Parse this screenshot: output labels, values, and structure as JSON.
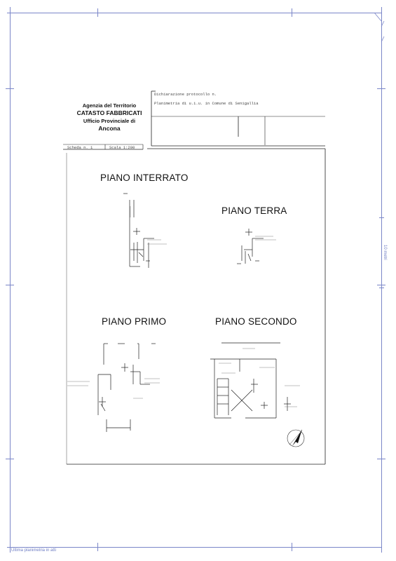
{
  "agency": {
    "line1": "Agenzia del Territorio",
    "line2": "CATASTO FABBRICATI",
    "line3": "Ufficio Provinciale di",
    "line4": "Ancona"
  },
  "header": {
    "declaration": "Dichiarazione protocollo n.",
    "planimetry": "Planimetria di u.i.u. in Comune di Senigallia",
    "sheet": "Scheda n. 1",
    "scale": "Scala 1:200"
  },
  "floors": {
    "basement": "PIANO INTERRATO",
    "ground": "PIANO TERRA",
    "first": "PIANO PRIMO",
    "second": "PIANO SECONDO"
  },
  "side_label": "10 metri",
  "footer": "Ultima planimetria in atti",
  "colors": {
    "frame": "#7a86c8",
    "ink": "#111111"
  }
}
